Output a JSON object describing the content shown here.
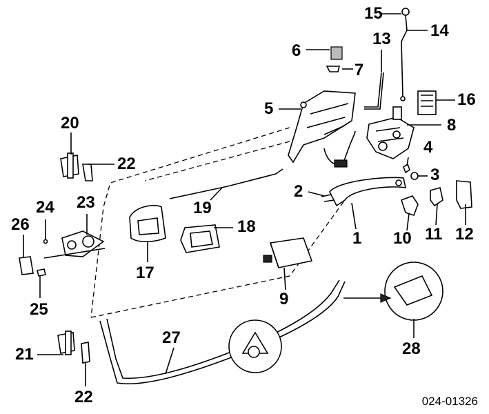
{
  "diagram": {
    "doc_reference": "024-01326",
    "callouts": [
      {
        "id": "c15",
        "label": "15"
      },
      {
        "id": "c14",
        "label": "14"
      },
      {
        "id": "c13",
        "label": "13"
      },
      {
        "id": "c6",
        "label": "6"
      },
      {
        "id": "c7",
        "label": "7"
      },
      {
        "id": "c16",
        "label": "16"
      },
      {
        "id": "c5",
        "label": "5"
      },
      {
        "id": "c8",
        "label": "8"
      },
      {
        "id": "c20",
        "label": "20"
      },
      {
        "id": "c22a",
        "label": "22"
      },
      {
        "id": "c4",
        "label": "4"
      },
      {
        "id": "c3",
        "label": "3"
      },
      {
        "id": "c2",
        "label": "2"
      },
      {
        "id": "c19",
        "label": "19"
      },
      {
        "id": "c24",
        "label": "24"
      },
      {
        "id": "c23",
        "label": "23"
      },
      {
        "id": "c26",
        "label": "26"
      },
      {
        "id": "c18",
        "label": "18"
      },
      {
        "id": "c1",
        "label": "1"
      },
      {
        "id": "c10",
        "label": "10"
      },
      {
        "id": "c11",
        "label": "11"
      },
      {
        "id": "c12",
        "label": "12"
      },
      {
        "id": "c17",
        "label": "17"
      },
      {
        "id": "c9",
        "label": "9"
      },
      {
        "id": "c25",
        "label": "25"
      },
      {
        "id": "c27",
        "label": "27"
      },
      {
        "id": "c28",
        "label": "28"
      },
      {
        "id": "c21",
        "label": "21"
      },
      {
        "id": "c22b",
        "label": "22"
      }
    ]
  }
}
